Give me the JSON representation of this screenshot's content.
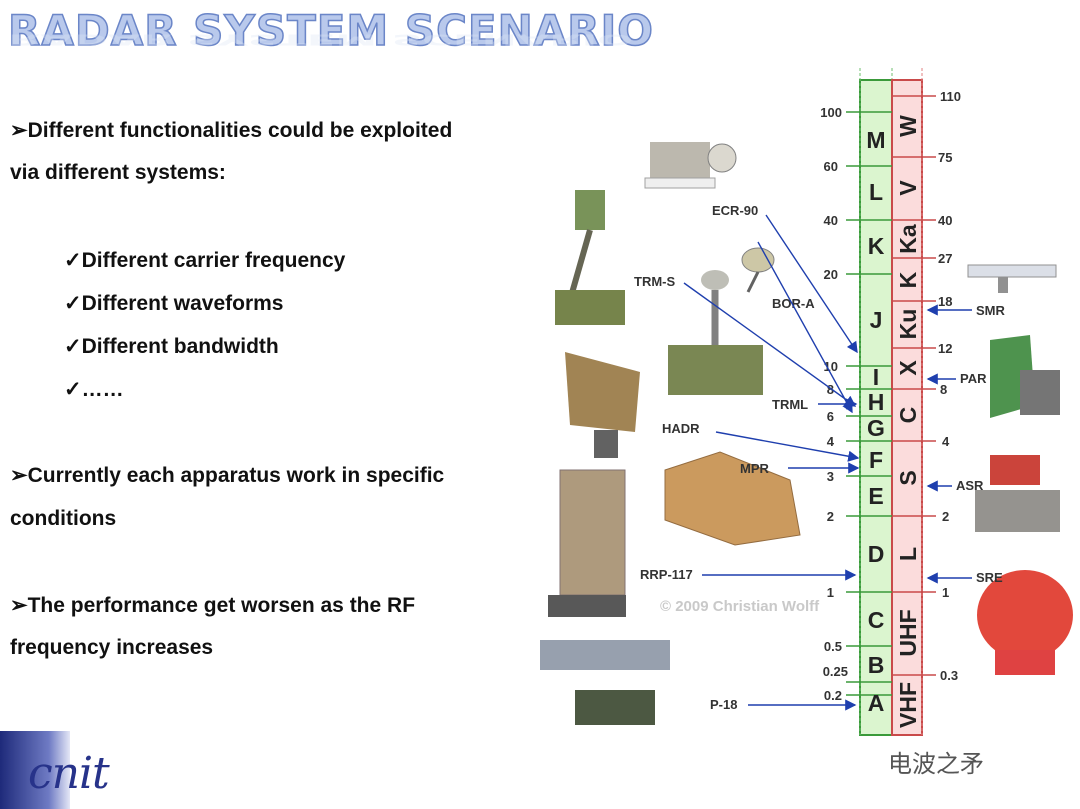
{
  "title": "RADAR SYSTEM SCENARIO",
  "bullets": {
    "b1_line1": "➢Different functionalities could be exploited",
    "b1_line2": "via different systems:",
    "sub1": "✓Different carrier frequency",
    "sub2": "✓Different waveforms",
    "sub3": "✓Different bandwidth",
    "sub4": "✓……",
    "b2_line1": "➢Currently each apparatus work in specific",
    "b2_line2": "conditions",
    "b3_line1": "➢The performance  get worsen as the RF",
    "b3_line2": "frequency increases"
  },
  "logo": "cnit",
  "watermark": "电波之矛",
  "copyright": "© 2009   Christian Wolff",
  "diagram": {
    "nato_bands": [
      "M",
      "L",
      "K",
      "J",
      "I",
      "H",
      "G",
      "F",
      "E",
      "D",
      "C",
      "B",
      "A"
    ],
    "ieee_bands": [
      "W",
      "V",
      "Ka",
      "K",
      "Ku",
      "X",
      "C",
      "S",
      "L",
      "UHF",
      "VHF"
    ],
    "left_ticks": [
      "100",
      "60",
      "40",
      "20",
      "10",
      "8",
      "6",
      "4",
      "3",
      "2",
      "1",
      "0.5",
      "0.25",
      "0.2"
    ],
    "right_ticks": [
      "110",
      "75",
      "40",
      "27",
      "18",
      "12",
      "8",
      "4",
      "2",
      "1",
      "0.3"
    ],
    "systems_left": [
      "ECR-90",
      "TRM-S",
      "BOR-A",
      "TRML",
      "HADR",
      "MPR",
      "RRP-117",
      "P-18"
    ],
    "systems_right": [
      "SMR",
      "PAR",
      "ASR",
      "SRE"
    ]
  }
}
